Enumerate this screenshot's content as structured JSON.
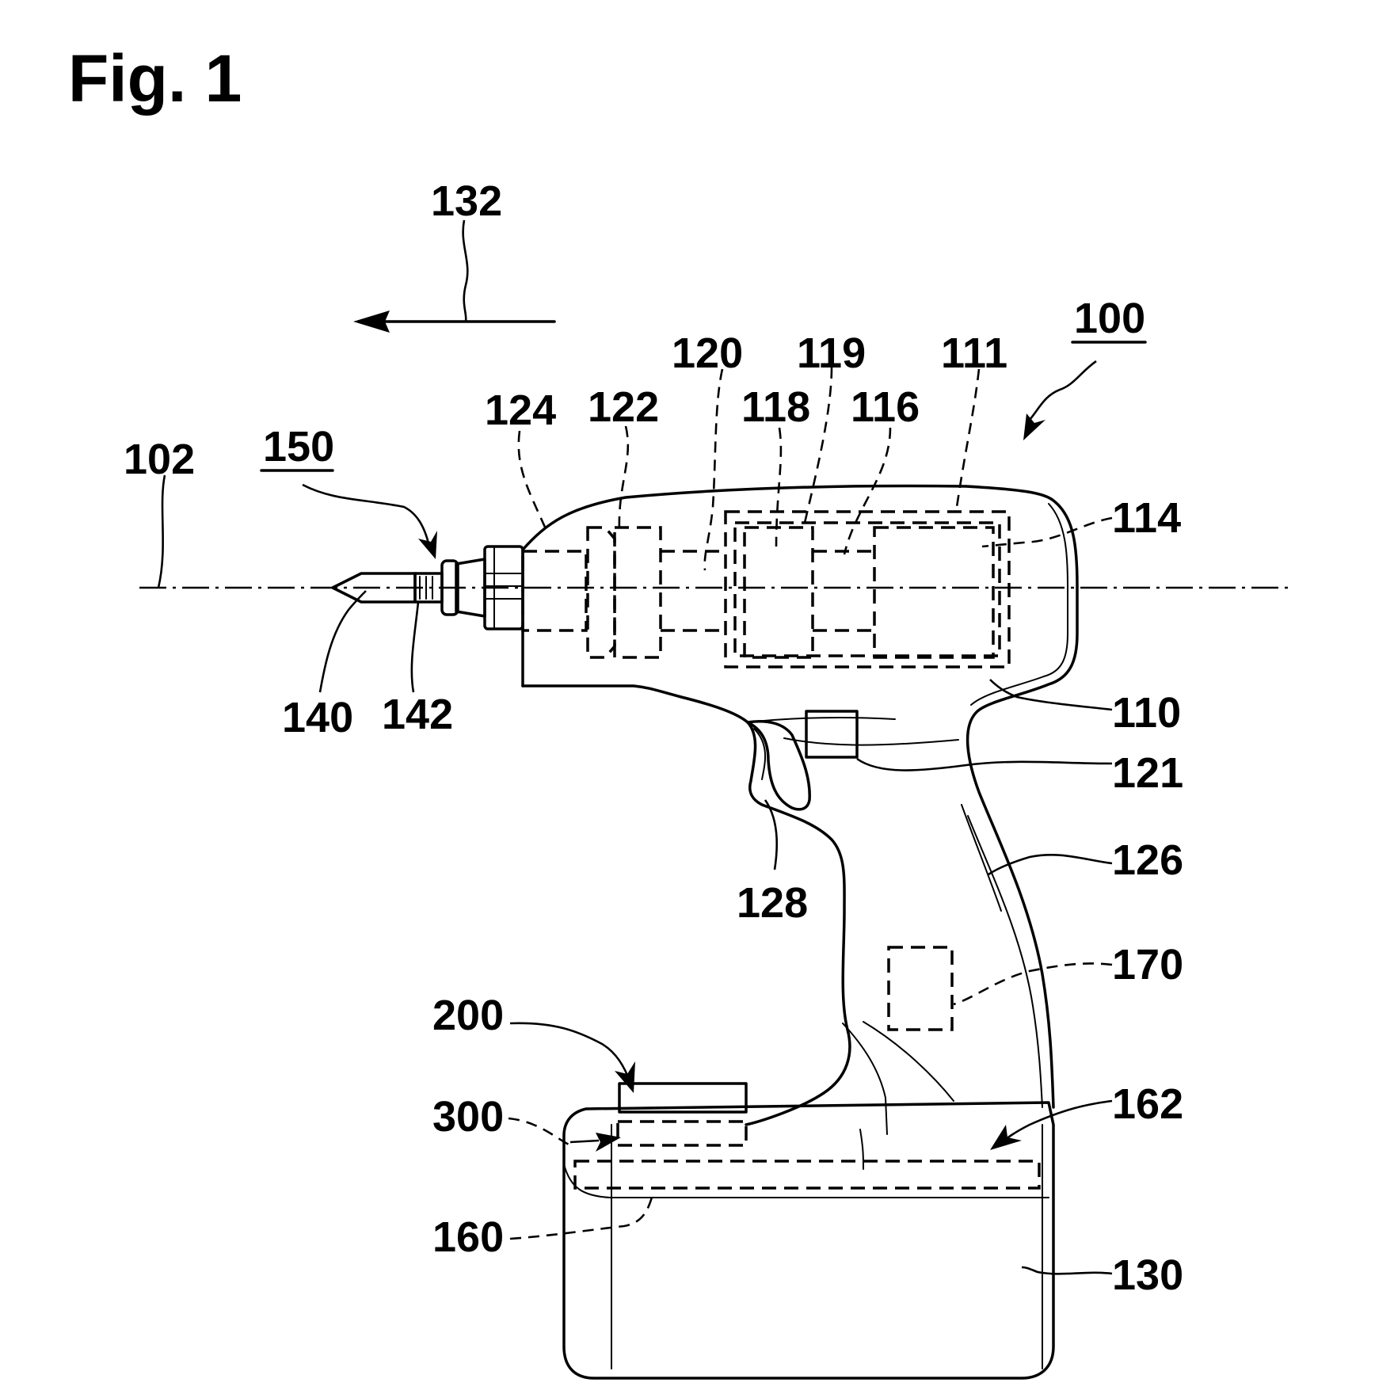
{
  "figure_title": "Fig. 1",
  "labels": {
    "l100": "100",
    "l102": "102",
    "l110": "110",
    "l111": "111",
    "l114": "114",
    "l116": "116",
    "l118": "118",
    "l119": "119",
    "l120": "120",
    "l121": "121",
    "l122": "122",
    "l124": "124",
    "l126": "126",
    "l128": "128",
    "l130": "130",
    "l132": "132",
    "l140": "140",
    "l142": "142",
    "l150": "150",
    "l160": "160",
    "l162": "162",
    "l170": "170",
    "l200": "200",
    "l300": "300"
  }
}
